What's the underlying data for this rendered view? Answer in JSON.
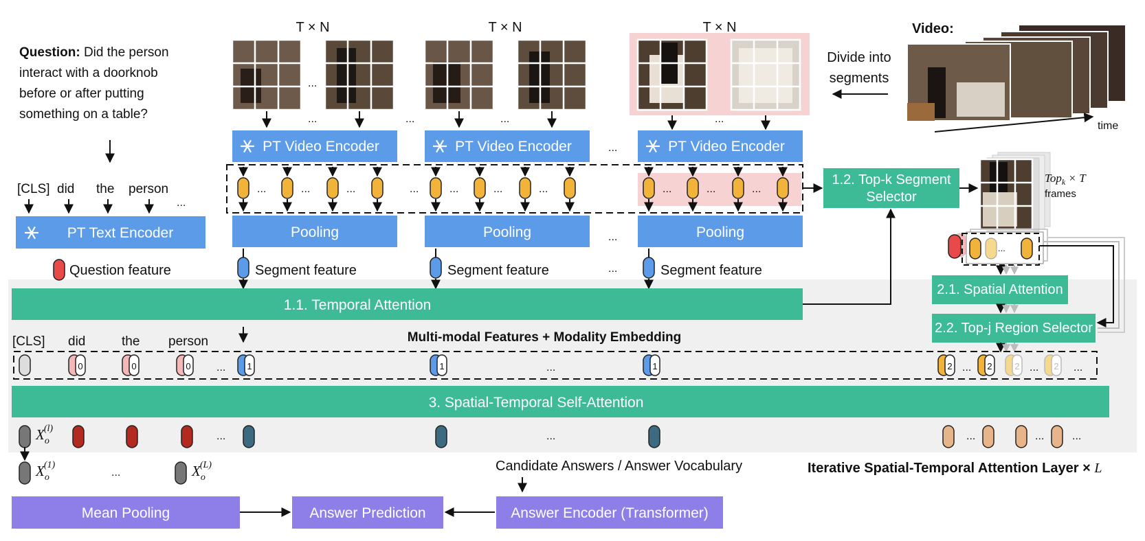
{
  "question": {
    "label": "Question:",
    "lines": [
      " Did the person",
      "interact with a doorknob",
      "before or after putting",
      "something on a table?"
    ]
  },
  "tokens": [
    "[CLS]",
    "did",
    "the",
    "person",
    "..."
  ],
  "text_encoder": "PT Text Encoder",
  "question_feature": "Question feature",
  "segments": {
    "header": "T × N",
    "encoder": "PT Video Encoder",
    "pooling": "Pooling",
    "segment_feature": "Segment feature",
    "ellipsis": "..."
  },
  "video": {
    "title": "Video:",
    "divide": [
      "Divide into",
      "segments"
    ],
    "time": "time"
  },
  "topk_selector": [
    "1.2. Top-k Segment",
    "Selector"
  ],
  "topk_frames": {
    "math": "Top",
    "sub": "k",
    "rest": " × T",
    "word": "frames"
  },
  "spatial_attention": "2.1. Spatial Attention",
  "region_selector": "2.2. Top-j Region Selector",
  "temporal_attention": "1.1. Temporal Attention",
  "multimodal_title": "Multi-modal Features + Modality Embedding",
  "modality_ids": [
    "0",
    "1",
    "2"
  ],
  "st_self_attention": "3. Spatial-Temporal Self-Attention",
  "outputs": {
    "x": "X",
    "sub": "o",
    "sup_l": "(l)",
    "sup_1": "(1)",
    "sup_L": "(L)"
  },
  "candidate_answers": "Candidate Answers / Answer Vocabulary",
  "layer_label": "Iterative Spatial-Temporal Attention Layer × ",
  "layer_L": "L",
  "mean_pooling": "Mean Pooling",
  "answer_prediction": "Answer Prediction",
  "answer_encoder": "Answer Encoder (Transformer)",
  "colors": {
    "blue": "#5b9be8",
    "teal": "#3dba96",
    "purple": "#8d7ee8",
    "gray_band": "#f0f0f0",
    "red_token": "#e84a4a",
    "yellow_token": "#f2b33a",
    "pink_token": "#f5b8b8",
    "highlight": "#f7d2d2"
  }
}
